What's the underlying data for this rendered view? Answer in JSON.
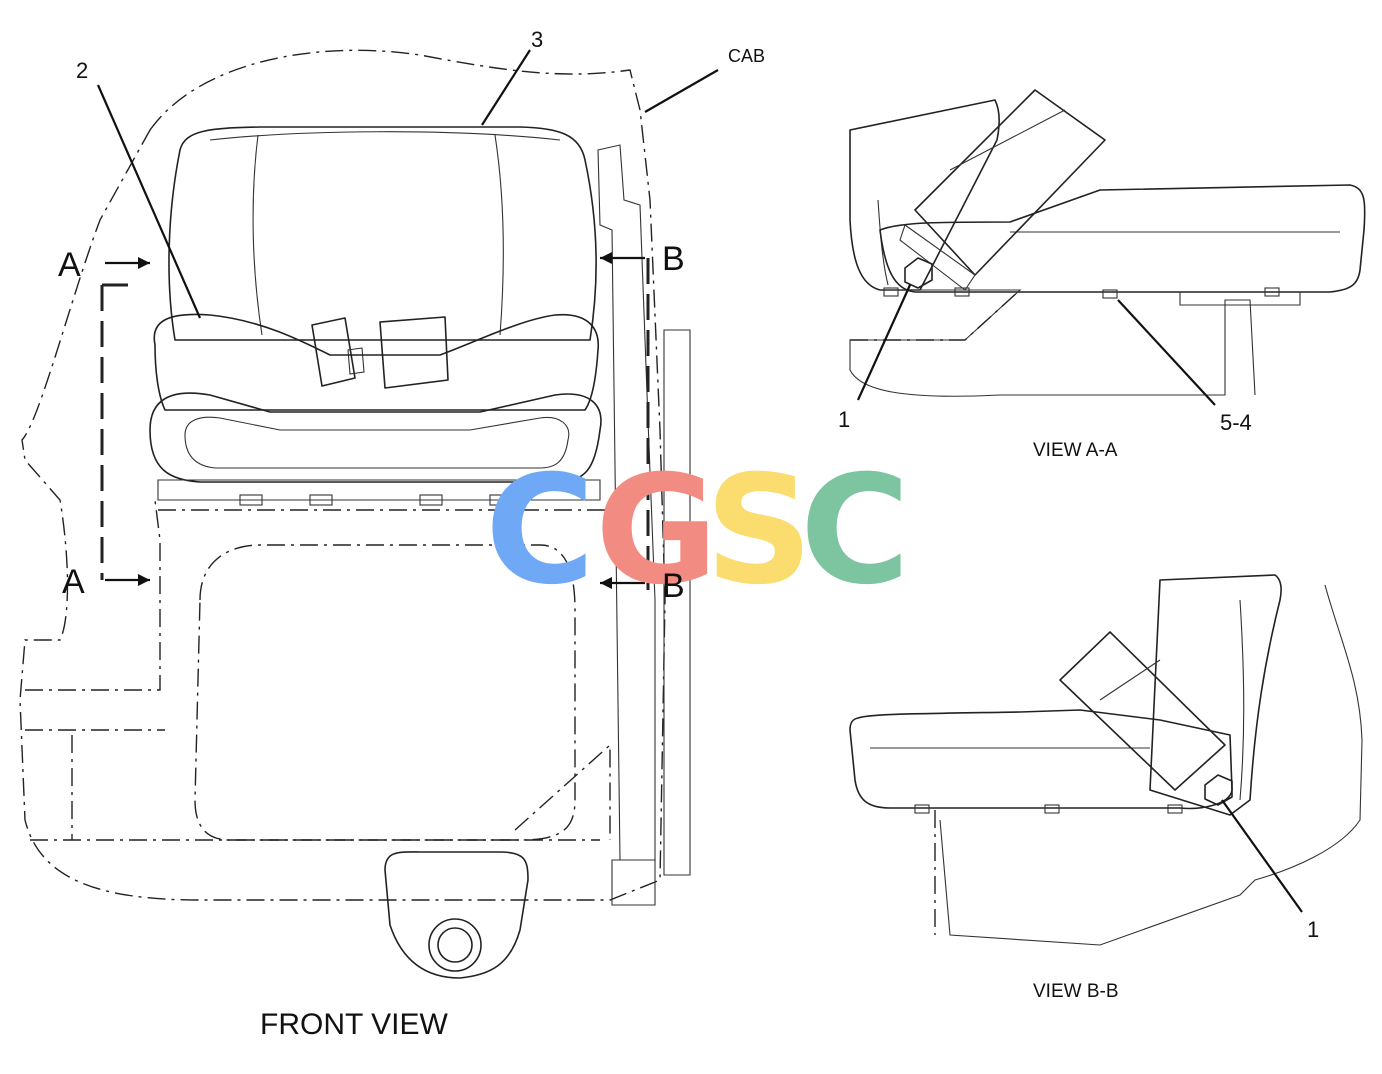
{
  "labels": {
    "cab": "CAB",
    "callout_1_view_aa": "1",
    "callout_1_view_bb": "1",
    "callout_2": "2",
    "callout_3": "3",
    "callout_5_4": "5-4",
    "section_a_top": "A",
    "section_a_bottom": "A",
    "section_b_top": "B",
    "section_b_bottom": "B"
  },
  "views": {
    "front": "FRONT VIEW",
    "view_aa": "VIEW A-A",
    "view_bb": "VIEW B-B"
  },
  "watermark": {
    "letters": [
      "C",
      "G",
      "S",
      "C"
    ],
    "colors": [
      "#6fa8f5",
      "#f28b82",
      "#fbdc6e",
      "#7dc4a0"
    ]
  }
}
